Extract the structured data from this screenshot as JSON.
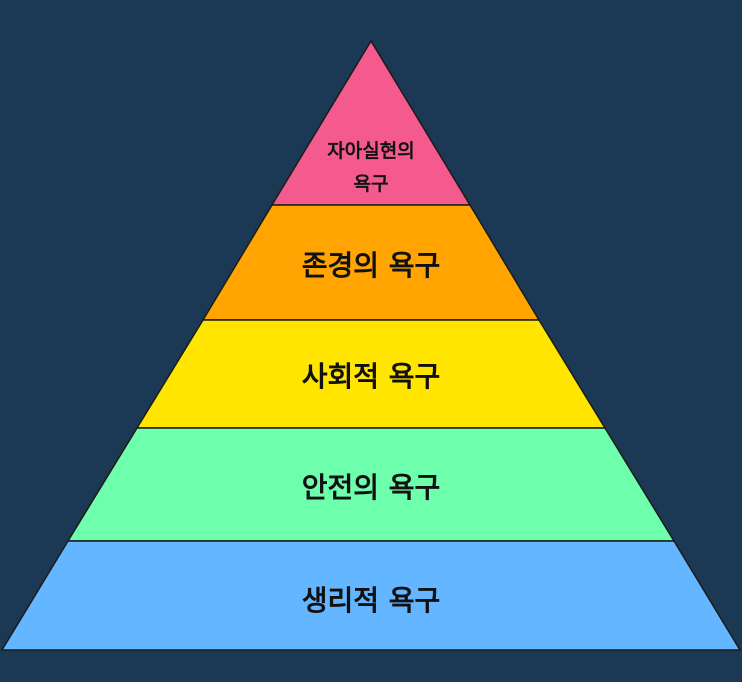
{
  "background_color": "#1b3955",
  "pyramid": {
    "levels": [
      {
        "label_lines": [
          "자아실현의",
          "욕구"
        ],
        "color": "#f55a8e"
      },
      {
        "label_lines": [
          "존경의 욕구"
        ],
        "color": "#ffa400"
      },
      {
        "label_lines": [
          "사회적 욕구"
        ],
        "color": "#ffe500"
      },
      {
        "label_lines": [
          "안전의 욕구"
        ],
        "color": "#6dffab"
      },
      {
        "label_lines": [
          "생리적 욕구"
        ],
        "color": "#63b6ff"
      }
    ]
  }
}
